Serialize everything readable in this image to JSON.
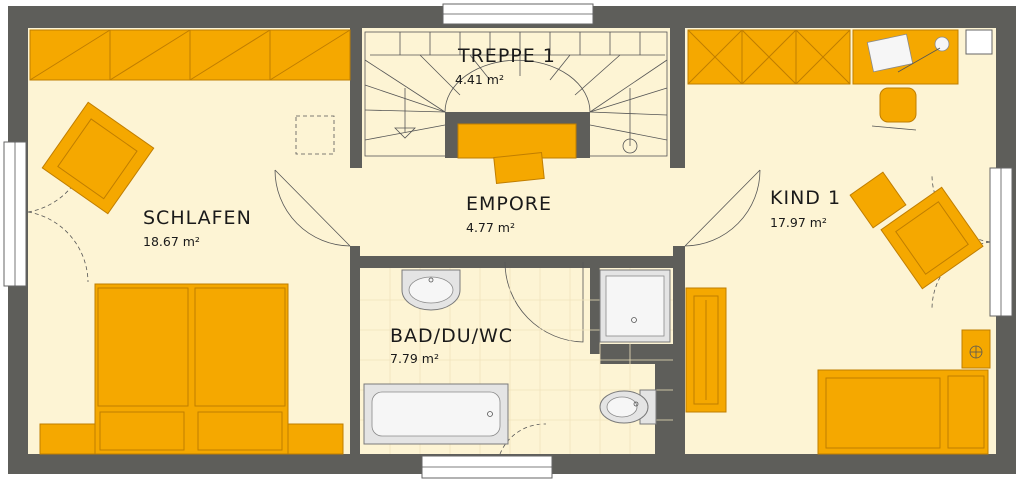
{
  "rooms": {
    "schlafen": {
      "name": "SCHLAFEN",
      "area": "18.67 m²"
    },
    "treppe": {
      "name": "TREPPE 1",
      "area": "4.41 m²"
    },
    "empore": {
      "name": "EMPORE",
      "area": "4.77 m²"
    },
    "kind": {
      "name": "KIND 1",
      "area": "17.97 m²"
    },
    "bad": {
      "name": "BAD/DU/WC",
      "area": "7.79 m²"
    }
  },
  "colors": {
    "wall": "#5e5e5a",
    "floor": "#fdf4d4",
    "furniture": "#f5a800",
    "furniture_edge": "#c07e00",
    "fixture": "#e4e4e4"
  }
}
